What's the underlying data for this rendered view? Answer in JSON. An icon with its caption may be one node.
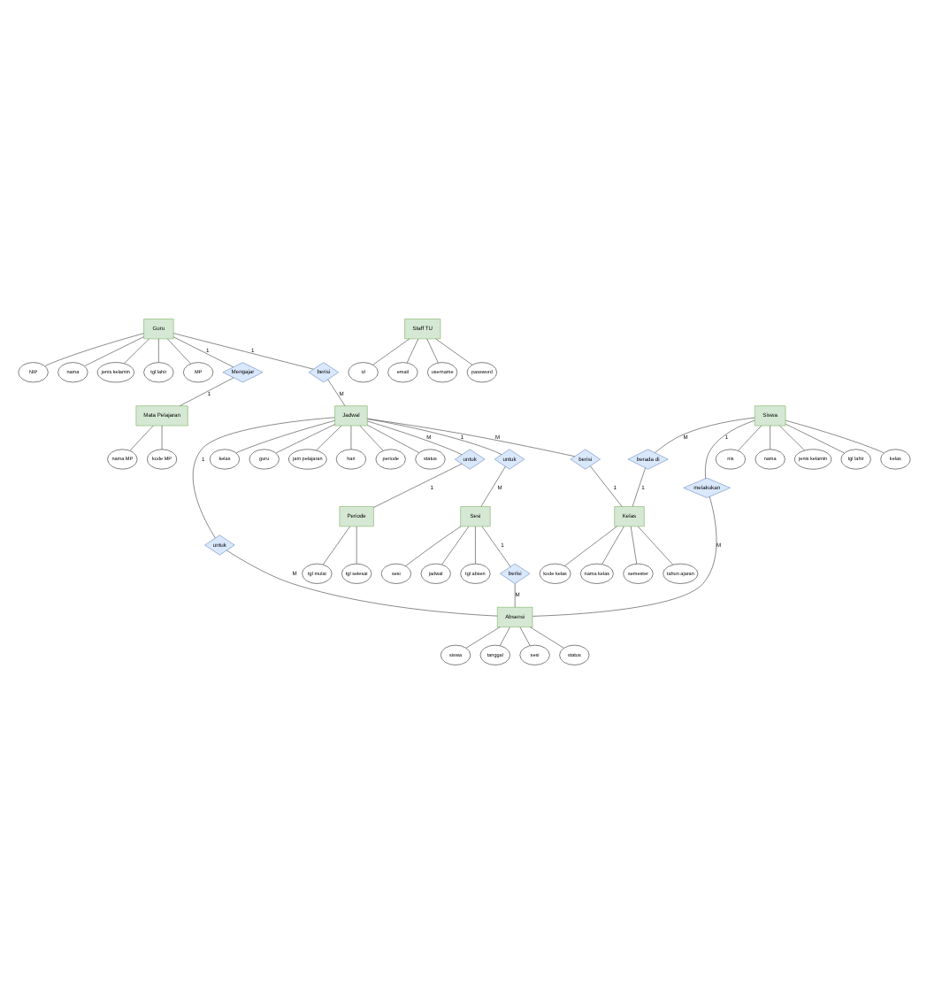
{
  "diagram": {
    "nodes": [
      {
        "text": [
          "Guru"
        ]
      },
      {
        "text": [
          "NIP"
        ]
      },
      {
        "text": [
          "nama"
        ]
      },
      {
        "text": [
          "jenis kelamin"
        ]
      },
      {
        "text": [
          "tgl lahir"
        ]
      },
      {
        "text": [
          "MP"
        ]
      },
      {
        "text": [
          "Mengajar"
        ]
      },
      {
        "text": [
          "Mata Pelajaran"
        ]
      },
      {
        "text": [
          "kode MP"
        ]
      },
      {
        "text": [
          "nama MP"
        ]
      },
      {
        "text": [
          "berisi"
        ]
      },
      {
        "text": [
          "Staff TU"
        ]
      },
      {
        "text": [
          "id"
        ]
      },
      {
        "text": [
          "email"
        ]
      },
      {
        "text": [
          "username"
        ]
      },
      {
        "text": [
          "password"
        ]
      },
      {
        "text": [
          "Jadwal"
        ]
      },
      {
        "text": [
          "kelas"
        ]
      },
      {
        "text": [
          "guru"
        ]
      },
      {
        "text": [
          "jam pelajaran"
        ]
      },
      {
        "text": [
          "hari"
        ]
      },
      {
        "text": [
          "periode"
        ]
      },
      {
        "text": [
          "status"
        ]
      },
      {
        "text": [
          "untuk"
        ]
      },
      {
        "text": [
          "Periode"
        ]
      },
      {
        "text": [
          "tgl mulai"
        ]
      },
      {
        "text": [
          "tgl selesai"
        ]
      },
      {
        "text": [
          "berisi"
        ]
      },
      {
        "text": [
          "untuk"
        ]
      },
      {
        "text": [
          "Sesi"
        ]
      },
      {
        "text": [
          "sesi"
        ]
      },
      {
        "text": [
          "jadwal"
        ]
      },
      {
        "text": [
          "tgl absen"
        ]
      },
      {
        "text": [
          "berisi"
        ]
      },
      {
        "text": [
          "untuk"
        ]
      },
      {
        "text": [
          "Siswa"
        ]
      },
      {
        "text": [
          "nis"
        ]
      },
      {
        "text": [
          "nama"
        ]
      },
      {
        "text": [
          "jenis kelamin"
        ]
      },
      {
        "text": [
          "tgl lahir"
        ]
      },
      {
        "text": [
          "kelas"
        ]
      },
      {
        "text": [
          "berada di"
        ]
      },
      {
        "text": [
          "Kelas"
        ]
      },
      {
        "text": [
          "kode kelas"
        ]
      },
      {
        "text": [
          "nama kelas"
        ]
      },
      {
        "text": [
          "semester"
        ]
      },
      {
        "text": [
          "tahun ajaran"
        ]
      },
      {
        "text": [
          "Absensi"
        ]
      },
      {
        "text": [
          "siswa"
        ]
      },
      {
        "text": [
          "tanggal"
        ]
      },
      {
        "text": [
          "sesi"
        ]
      },
      {
        "text": [
          "status"
        ]
      },
      {
        "text": [
          "melakukan"
        ]
      }
    ],
    "edges": [
      {
        "from": 0,
        "to": 1,
        "arrow": "none"
      },
      {
        "from": 0,
        "to": 2,
        "arrow": "none"
      },
      {
        "from": 0,
        "to": 3,
        "arrow": "none"
      },
      {
        "from": 0,
        "to": 4,
        "arrow": "none"
      },
      {
        "from": 0,
        "to": 5,
        "arrow": "none"
      },
      {
        "from": 0,
        "to": 6,
        "arrow": "none",
        "label": "1"
      },
      {
        "from": 6,
        "to": 7,
        "arrow": "none",
        "label": "1"
      },
      {
        "from": 7,
        "to": 8,
        "arrow": "none"
      },
      {
        "from": 7,
        "to": 9,
        "arrow": "none"
      },
      {
        "from": 0,
        "to": 10,
        "arrow": "none",
        "label": "1"
      },
      {
        "from": 10,
        "to": 16,
        "arrow": "none",
        "label": "M"
      },
      {
        "from": 11,
        "to": 12,
        "arrow": "none"
      },
      {
        "from": 11,
        "to": 13,
        "arrow": "none"
      },
      {
        "from": 11,
        "to": 14,
        "arrow": "none"
      },
      {
        "from": 11,
        "to": 15,
        "arrow": "none"
      },
      {
        "from": 16,
        "to": 17,
        "arrow": "none"
      },
      {
        "from": 16,
        "to": 18,
        "arrow": "none"
      },
      {
        "from": 16,
        "to": 19,
        "arrow": "none"
      },
      {
        "from": 16,
        "to": 20,
        "arrow": "none"
      },
      {
        "from": 16,
        "to": 21,
        "arrow": "none"
      },
      {
        "from": 16,
        "to": 22,
        "arrow": "none"
      },
      {
        "from": 16,
        "to": 23,
        "arrow": "none",
        "label": "M"
      },
      {
        "from": 23,
        "to": 24,
        "arrow": "none",
        "label": "1"
      },
      {
        "from": 24,
        "to": 25,
        "arrow": "none"
      },
      {
        "from": 24,
        "to": 26,
        "arrow": "none"
      },
      {
        "from": 16,
        "to": 27,
        "arrow": "none",
        "label": "M"
      },
      {
        "from": 27,
        "to": 42,
        "arrow": "none",
        "label": "1"
      },
      {
        "from": 16,
        "to": 28,
        "arrow": "none",
        "label": "1"
      },
      {
        "from": 28,
        "to": 29,
        "arrow": "none",
        "label": "M"
      },
      {
        "from": 29,
        "to": 30,
        "arrow": "none"
      },
      {
        "from": 29,
        "to": 31,
        "arrow": "none"
      },
      {
        "from": 29,
        "to": 32,
        "arrow": "none"
      },
      {
        "from": 29,
        "to": 33,
        "arrow": "none",
        "label": "1"
      },
      {
        "from": 33,
        "to": 47,
        "arrow": "none",
        "label": "M"
      },
      {
        "from": 16,
        "to": 34,
        "arrow": "none",
        "label": "1"
      },
      {
        "from": 34,
        "to": 47,
        "arrow": "none",
        "label": "M"
      },
      {
        "from": 35,
        "to": 36,
        "arrow": "none"
      },
      {
        "from": 35,
        "to": 37,
        "arrow": "none"
      },
      {
        "from": 35,
        "to": 38,
        "arrow": "none"
      },
      {
        "from": 35,
        "to": 39,
        "arrow": "none"
      },
      {
        "from": 35,
        "to": 40,
        "arrow": "none"
      },
      {
        "from": 35,
        "to": 41,
        "arrow": "none",
        "label": "M"
      },
      {
        "from": 41,
        "to": 42,
        "arrow": "none",
        "label": "1"
      },
      {
        "from": 42,
        "to": 43,
        "arrow": "none"
      },
      {
        "from": 42,
        "to": 44,
        "arrow": "none"
      },
      {
        "from": 42,
        "to": 45,
        "arrow": "none"
      },
      {
        "from": 42,
        "to": 46,
        "arrow": "none"
      },
      {
        "from": 47,
        "to": 48,
        "arrow": "none"
      },
      {
        "from": 47,
        "to": 49,
        "arrow": "none"
      },
      {
        "from": 47,
        "to": 50,
        "arrow": "none"
      },
      {
        "from": 47,
        "to": 51,
        "arrow": "none"
      },
      {
        "from": 35,
        "to": 52,
        "arrow": "none",
        "label": "1"
      },
      {
        "from": 52,
        "to": 47,
        "arrow": "none",
        "label": "M"
      }
    ]
  }
}
